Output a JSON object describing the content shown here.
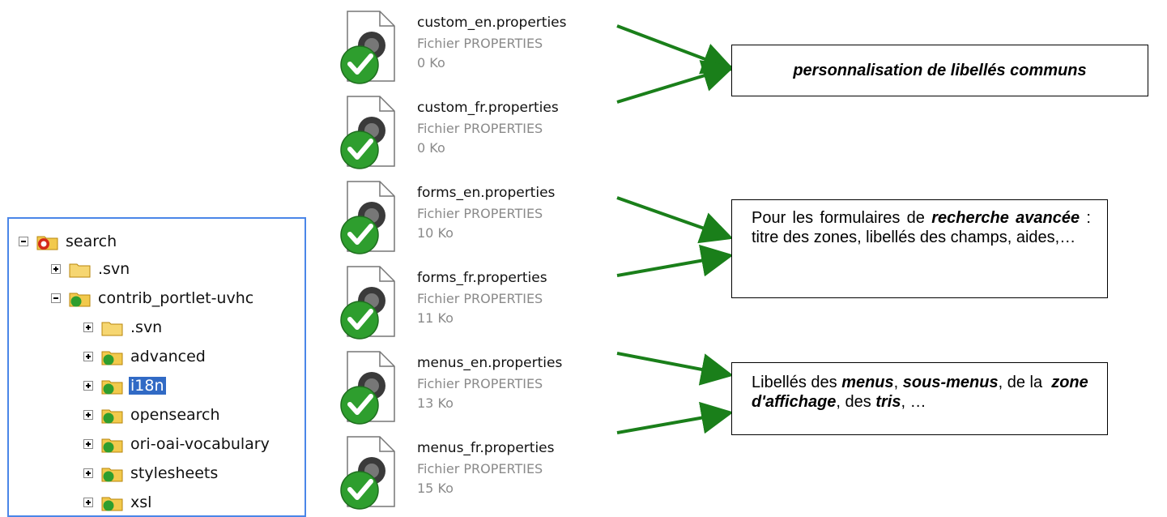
{
  "tree": {
    "items": [
      {
        "label": "search",
        "expanded": true,
        "icon": "folder-svn-conflict-icon"
      },
      {
        "label": ".svn",
        "expanded": false,
        "icon": "folder-icon"
      },
      {
        "label": "contrib_portlet-uvhc",
        "expanded": true,
        "icon": "folder-svn-ok-icon"
      },
      {
        "label": ".svn",
        "expanded": false,
        "icon": "folder-icon"
      },
      {
        "label": "advanced",
        "expanded": false,
        "icon": "folder-svn-ok-icon"
      },
      {
        "label": "i18n",
        "expanded": false,
        "icon": "folder-svn-ok-icon",
        "selected": true
      },
      {
        "label": "opensearch",
        "expanded": false,
        "icon": "folder-svn-ok-icon"
      },
      {
        "label": "ori-oai-vocabulary",
        "expanded": false,
        "icon": "folder-svn-ok-icon"
      },
      {
        "label": "stylesheets",
        "expanded": false,
        "icon": "folder-svn-ok-icon"
      },
      {
        "label": "xsl",
        "expanded": false,
        "icon": "folder-svn-ok-icon"
      }
    ]
  },
  "files": [
    {
      "name": "custom_en.properties",
      "type": "Fichier PROPERTIES",
      "size": "0 Ko"
    },
    {
      "name": "custom_fr.properties",
      "type": "Fichier PROPERTIES",
      "size": "0 Ko"
    },
    {
      "name": "forms_en.properties",
      "type": "Fichier PROPERTIES",
      "size": "10 Ko"
    },
    {
      "name": "forms_fr.properties",
      "type": "Fichier PROPERTIES",
      "size": "11 Ko"
    },
    {
      "name": "menus_en.properties",
      "type": "Fichier PROPERTIES",
      "size": "13 Ko"
    },
    {
      "name": "menus_fr.properties",
      "type": "Fichier PROPERTIES",
      "size": "15 Ko"
    }
  ],
  "notes": {
    "custom": "personnalisation de libellés communs",
    "forms": {
      "p1": "Pour les formulaires de ",
      "b1": "recherche avancée",
      "p2": " : titre des zones, libellés des champs, aides,…"
    },
    "menus": {
      "p1": "Libellés des ",
      "b1": "menus",
      "p2": ", ",
      "b2": "sous-menus",
      "p3": ", de la  ",
      "b3": "zone d'affichage",
      "p4": ", des ",
      "b4": "tris",
      "p5": ", …"
    }
  },
  "colors": {
    "arrow": "#1a7f1a",
    "tree_border": "#4a86e8",
    "selection": "#316ac5",
    "svn_ok": "#2e9e2e"
  }
}
